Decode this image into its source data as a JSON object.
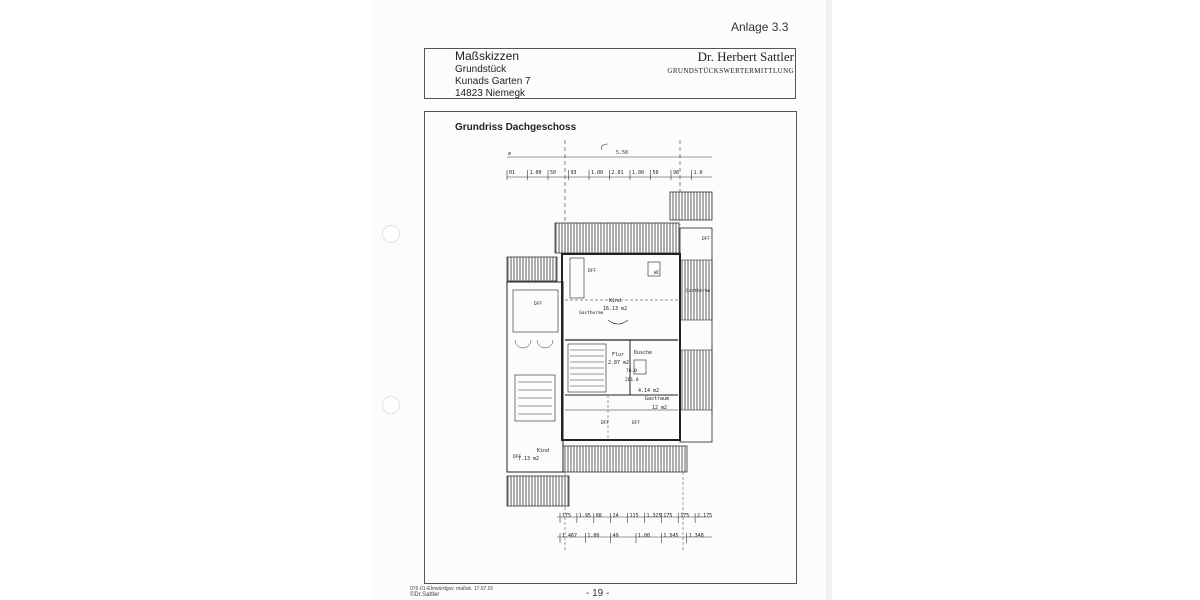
{
  "annex": "Anlage 3.3",
  "header": {
    "title": "Maßskizzen",
    "subject_label": "Grundstück",
    "street": "Kunads Garten 7",
    "city": "14823 Niemegk",
    "author": "Dr. Herbert Sattler",
    "author_subtitle": "GRUNDSTÜCKSWERTERMITTLUNG"
  },
  "plan": {
    "title": "Grundriss Dachgeschoss",
    "top_dimension": "5.50",
    "dim_row_top": [
      "01",
      "1.00",
      "50",
      "93",
      "1.00",
      "2.01",
      "1.00",
      "50",
      "98",
      "1.0"
    ],
    "rooms": [
      {
        "name": "Kind",
        "area": "16.13 m2"
      },
      {
        "name": "Flur",
        "area": "2.87 m2"
      },
      {
        "name": "Dusche",
        "area": "4.14 m2"
      },
      {
        "name": "Gastraum",
        "area": "12 m2"
      },
      {
        "name": "Kind",
        "area": "7.13 m2"
      }
    ],
    "labels": {
      "dff": "DFF",
      "gastherme": "Gastherme",
      "wc": "WC",
      "num_76": "76.0",
      "num_201": "201.0"
    },
    "dim_row_bottom1": [
      "175",
      "1.95",
      "88",
      "24",
      "115",
      "1.325",
      "175",
      "175",
      "2.175"
    ],
    "dim_row_bottom2": [
      "1.467",
      "1.00",
      "49",
      "1.00",
      "1.545",
      "1.348"
    ]
  },
  "footer": {
    "file": "076-01-Ehrwürdgsv. maßsk. 17.07.01",
    "copyright": "©Dr.Sattler",
    "page": "- 19 -"
  }
}
